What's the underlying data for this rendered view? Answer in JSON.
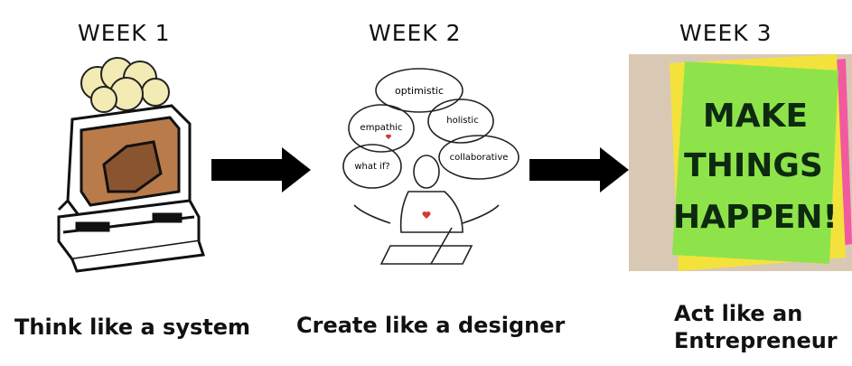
{
  "steps": [
    {
      "week": "WEEK 1",
      "caption": "Think like a system",
      "image": "computer-icon"
    },
    {
      "week": "WEEK 2",
      "caption": "Create like a designer",
      "image": "designer-sketch"
    },
    {
      "week": "WEEK 3",
      "caption_line1": "Act like an",
      "caption_line2": "Entrepreneur",
      "image": "sticky-note"
    }
  ],
  "designer_bubbles": [
    "optimistic",
    "empathic",
    "holistic",
    "what if?",
    "collaborative"
  ],
  "sticky_note": {
    "line1": "MAKE",
    "line2": "THINGS",
    "line3": "HAPPEN!",
    "colors": {
      "note": "#8ee34a",
      "back_yellow": "#f4e23c",
      "back_pink": "#f15aa0",
      "background": "#d9c9b4"
    }
  }
}
